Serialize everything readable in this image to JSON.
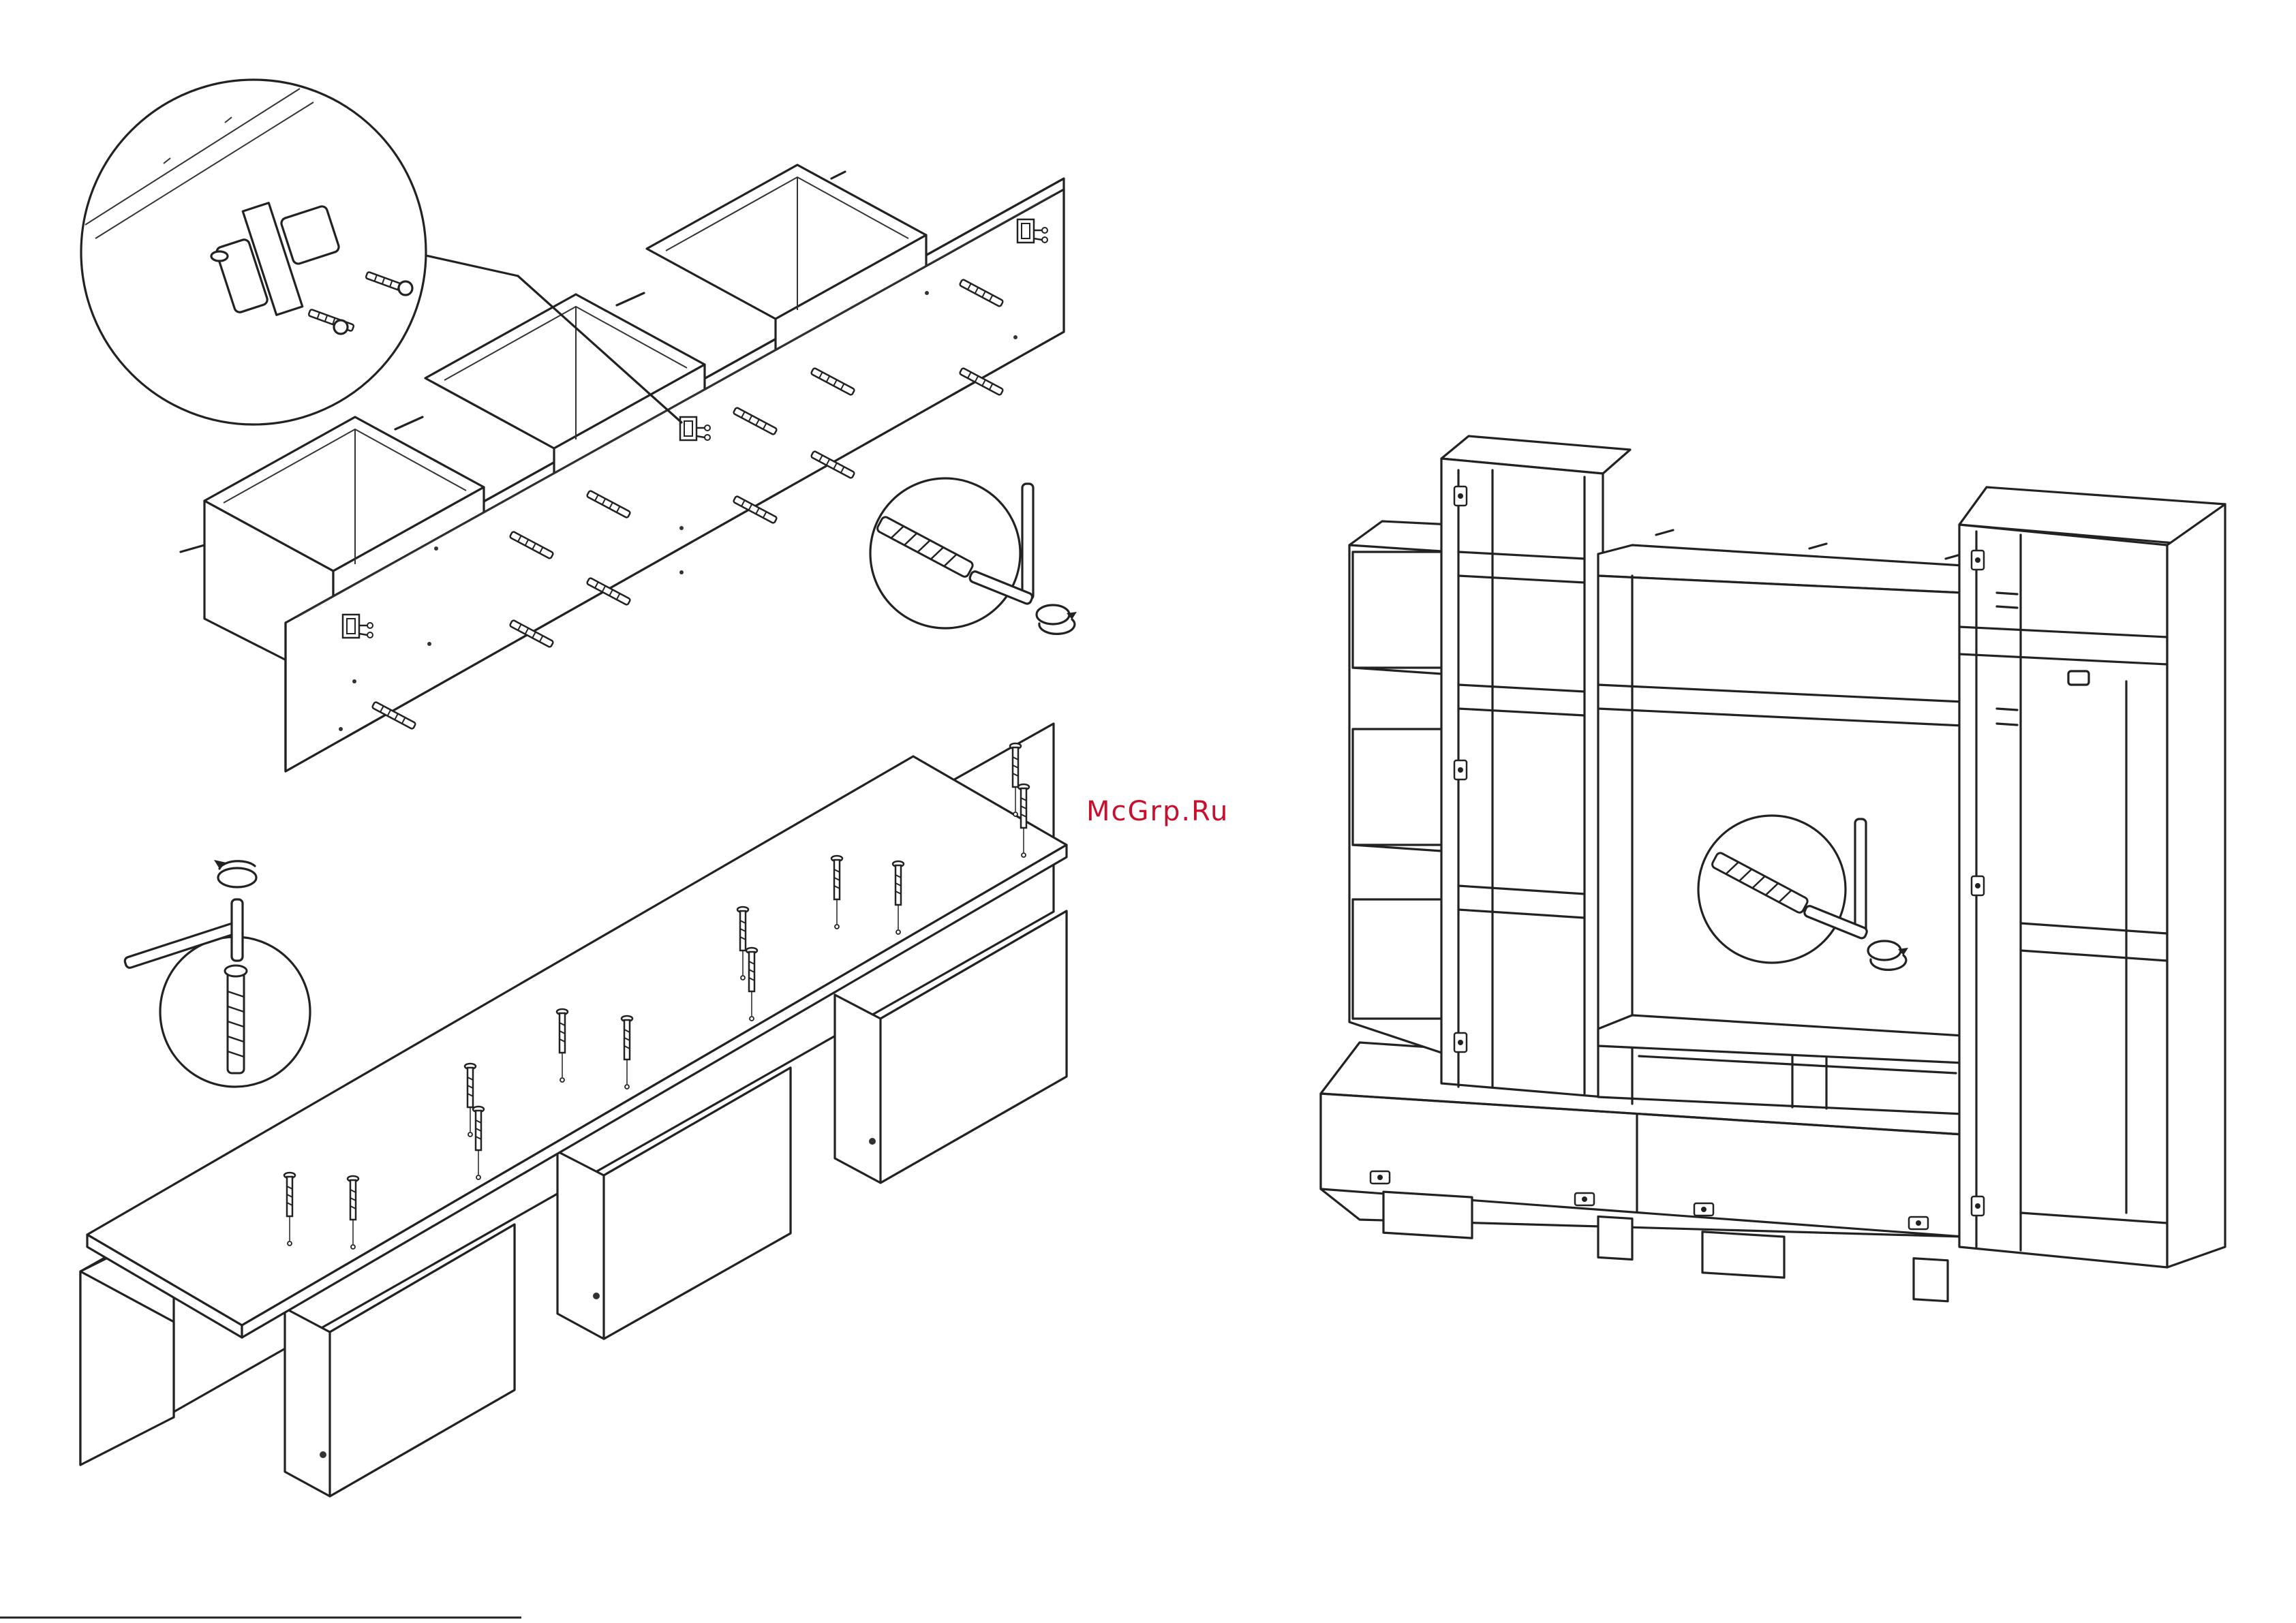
{
  "page": {
    "watermark": "McGrp.Ru",
    "watermark_color": "#c8102e",
    "line_color": "#222222"
  },
  "figures": [
    {
      "id": "upper-shelf-assembly",
      "icons": [
        "detail-callout-hanger-bracket-icon",
        "dowel-and-hex-key-icon"
      ]
    },
    {
      "id": "lower-tv-stand-assembly",
      "icons": [
        "screw-and-hex-key-icon"
      ]
    },
    {
      "id": "assembled-wall-unit",
      "icons": [
        "dowel-and-hex-key-icon"
      ]
    }
  ]
}
